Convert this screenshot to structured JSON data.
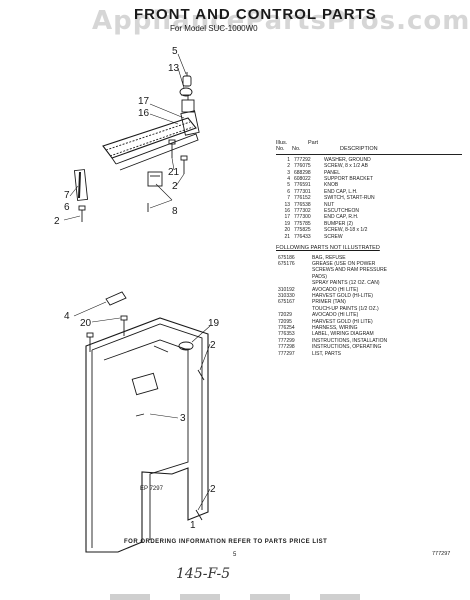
{
  "header": {
    "watermark": "AppliancePartsPros.com",
    "title": "FRONT AND CONTROL PARTS",
    "subtitle": "For Model SUC-1000W0"
  },
  "diagram": {
    "figure_id": "EP 7297",
    "callouts": [
      "5",
      "13",
      "17",
      "16",
      "21",
      "2",
      "7",
      "6",
      "8",
      "2",
      "4",
      "20",
      "19",
      "2",
      "3",
      "2",
      "1"
    ]
  },
  "parts_list": {
    "header": {
      "illus": "Illus.",
      "part": "Part",
      "no": "No.",
      "no2": "No.",
      "description": "DESCRIPTION"
    },
    "rows": [
      {
        "no": "1",
        "part": "777292",
        "desc": "WASHER, GROUND"
      },
      {
        "no": "2",
        "part": "776075",
        "desc": "SCREW, 8 x 1/2 AB"
      },
      {
        "no": "3",
        "part": "688298",
        "desc": "PANEL"
      },
      {
        "no": "4",
        "part": "608022",
        "desc": "SUPPORT BRACKET"
      },
      {
        "no": "5",
        "part": "776591",
        "desc": "KNOB"
      },
      {
        "no": "6",
        "part": "777301",
        "desc": "END CAP, L.H."
      },
      {
        "no": "7",
        "part": "776152",
        "desc": "SWITCH, START-RUN"
      },
      {
        "no": "13",
        "part": "776538",
        "desc": "NUT"
      },
      {
        "no": "16",
        "part": "777302",
        "desc": "ESCUTCHEON"
      },
      {
        "no": "17",
        "part": "777300",
        "desc": "END CAP, R.H."
      },
      {
        "no": "19",
        "part": "775785",
        "desc": "BUMPER (2)"
      },
      {
        "no": "20",
        "part": "775825",
        "desc": "SCREW, 8-18 x 1/2"
      },
      {
        "no": "21",
        "part": "776433",
        "desc": "SCREW"
      }
    ],
    "not_illustrated_heading": "FOLLOWING PARTS NOT ILLUSTRATED",
    "other_rows": [
      {
        "part": "675186",
        "desc": "BAG, REFUSE"
      },
      {
        "part": "675176",
        "desc": "GREASE (USE ON POWER"
      },
      {
        "part": "",
        "desc": "SCREWS AND RAM PRESSURE"
      },
      {
        "part": "",
        "desc": "PADS)"
      },
      {
        "part": "",
        "desc": "SPRAY PAINTS (12 OZ. CAN)"
      },
      {
        "part": "310192",
        "desc": "AVOCADO (HI LITE)"
      },
      {
        "part": "310330",
        "desc": "HARVEST GOLD (HI-LITE)"
      },
      {
        "part": "675167",
        "desc": "PRIMER (TAN)"
      },
      {
        "part": "",
        "desc": "TOUCH-UP PAINTS (1/2 OZ.)"
      },
      {
        "part": "72029",
        "desc": "AVOCADO (HI LITE)"
      },
      {
        "part": "72095",
        "desc": "HARVEST GOLD (HI LITE)"
      },
      {
        "part": "776254",
        "desc": "HARNESS, WIRING"
      },
      {
        "part": "776353",
        "desc": "LABEL, WIRING DIAGRAM"
      },
      {
        "part": "777299",
        "desc": "INSTRUCTIONS, INSTALLATION"
      },
      {
        "part": "777298",
        "desc": "INSTRUCTIONS, OPERATING"
      },
      {
        "part": "777297",
        "desc": "LIST, PARTS"
      }
    ]
  },
  "footer": {
    "note": "FOR ORDERING INFORMATION REFER TO PARTS PRICE LIST",
    "page_number": "5",
    "doc_code": "777297",
    "handwritten": "145-F-5"
  }
}
